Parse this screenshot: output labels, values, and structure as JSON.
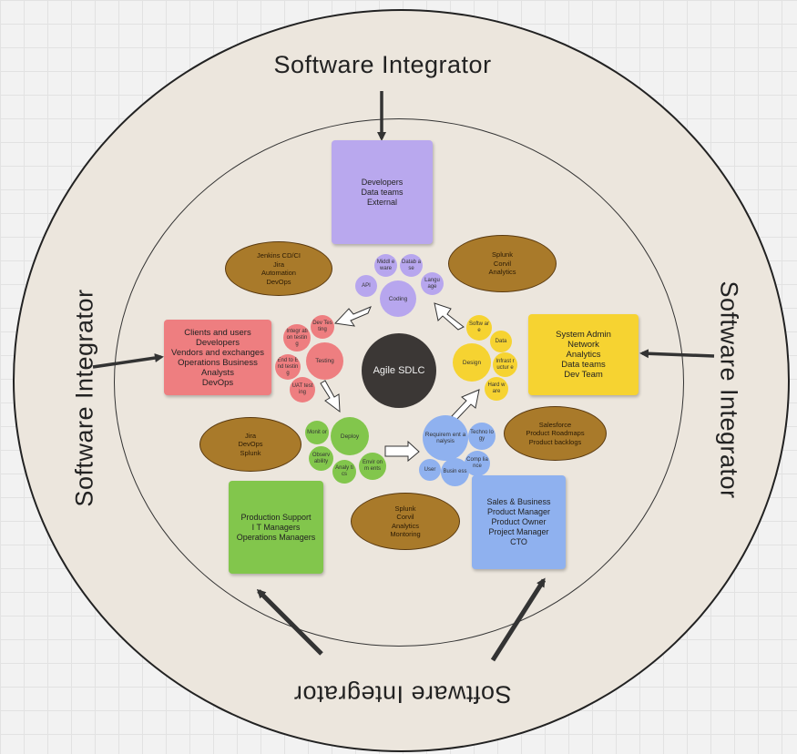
{
  "outer_label": "Software Integrator",
  "center_label": "Agile SDLC",
  "stakeholder_boxes": {
    "developers": [
      "Developers",
      "Data teams",
      "External"
    ],
    "system_admin": [
      "System Admin",
      "Network",
      "Analytics",
      "Data teams",
      "Dev Team"
    ],
    "sales": [
      "Sales & Business",
      "Product Manager",
      "Product Owner",
      "Project Manager",
      "CTO"
    ],
    "production": [
      "Production Support",
      "I T Managers",
      "Operations Managers"
    ],
    "clients": [
      "Clients and users",
      "Developers",
      "Vendors and exchanges",
      "Operations Business",
      "Analysts",
      "DevOps"
    ]
  },
  "tool_ellipses": {
    "jenkins": [
      "Jenkins CD/CI",
      "Jira",
      "Automation",
      "DevOps"
    ],
    "splunk_top": [
      "Splunk",
      "Corvil",
      "Analytics"
    ],
    "salesforce": [
      "Salesforce",
      "Product Roadmaps",
      "Product backlogs"
    ],
    "splunk_bottom": [
      "Splunk",
      "Corvil",
      "Analytics",
      "Montoring"
    ],
    "jira": [
      "Jira",
      "DevOps",
      "Splunk"
    ]
  },
  "phases": {
    "coding": {
      "main": "Coding",
      "subs": [
        "API",
        "Middl eware",
        "Datab ase",
        "Langu age"
      ]
    },
    "design": {
      "main": "Design",
      "subs": [
        "Softw are",
        "Data",
        "Infrast ructur e",
        "Hard ware"
      ]
    },
    "requirement": {
      "main": "Requirem ent analysis",
      "subs": [
        "Techno logy",
        "Comp liance",
        "Busin ess",
        "User"
      ]
    },
    "deploy": {
      "main": "Deploy",
      "subs": [
        "Monit or",
        "Observ ability",
        "Envir onm ents",
        "Analy tics"
      ]
    },
    "testing": {
      "main": "Testing",
      "subs": [
        "Dev Testing",
        "Integr ation testing",
        "End to End testing",
        "UAT testing"
      ]
    }
  },
  "colors": {
    "purple": "#b9a8ee",
    "yellow": "#f6d331",
    "blue": "#8fb1ef",
    "green": "#82c64c",
    "red": "#ee7e80",
    "brown": "#a97a2a",
    "center": "#3b3735",
    "ring": "#ece6dd"
  }
}
